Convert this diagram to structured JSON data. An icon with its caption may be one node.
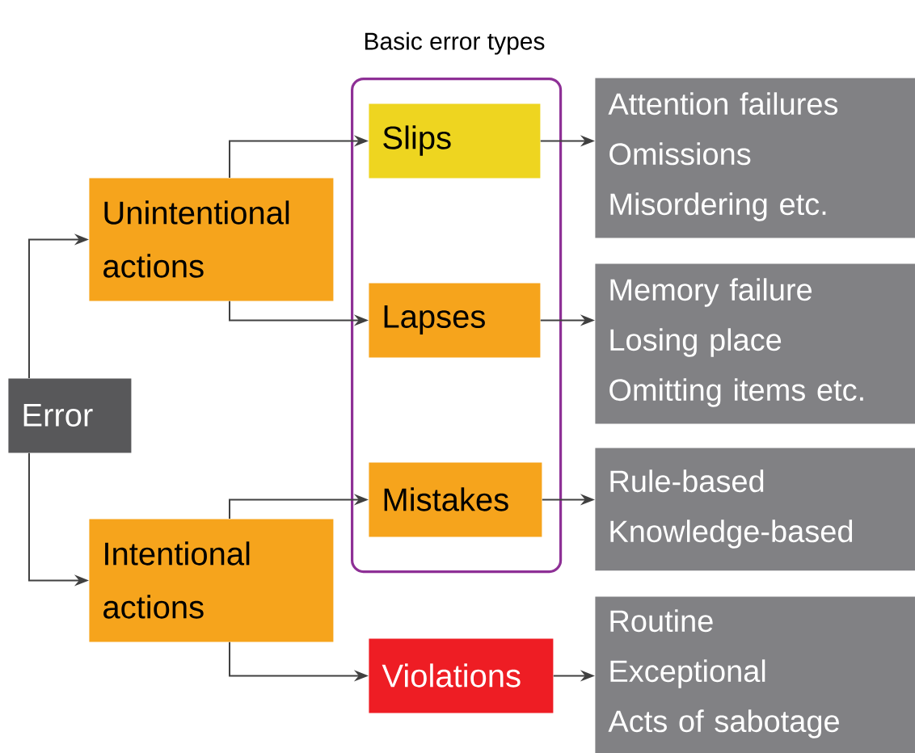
{
  "diagram": {
    "nodes": [
      {
        "text": [
          "Error"
        ]
      },
      {
        "text": [
          "Unintentional actions"
        ]
      },
      {
        "text": [
          "Intentional actions"
        ]
      },
      {
        "text": [
          "Basic error types"
        ]
      },
      {
        "text": [
          "Slips"
        ],
        "in": 3
      },
      {
        "text": [
          "Lapses"
        ],
        "in": 3
      },
      {
        "text": [
          "Mistakes"
        ],
        "in": 3
      },
      {
        "text": [
          "Violations"
        ]
      },
      {
        "text": [
          "Attention failures",
          "Omissions",
          "Misordering etc."
        ]
      },
      {
        "text": [
          "Memory failure",
          "Losing place",
          "Omitting items etc."
        ]
      },
      {
        "text": [
          "Rule-based",
          "Knowledge-based"
        ]
      },
      {
        "text": [
          "Routine",
          "Exceptional",
          "Acts of sabotage"
        ]
      }
    ],
    "edges": [
      {
        "from": 0,
        "to": 1,
        "arrow": "to"
      },
      {
        "from": 0,
        "to": 2,
        "arrow": "to"
      },
      {
        "from": 1,
        "to": 4,
        "arrow": "to"
      },
      {
        "from": 1,
        "to": 5,
        "arrow": "to"
      },
      {
        "from": 2,
        "to": 6,
        "arrow": "to"
      },
      {
        "from": 2,
        "to": 7,
        "arrow": "to"
      },
      {
        "from": 4,
        "to": 8,
        "arrow": "to"
      },
      {
        "from": 5,
        "to": 9,
        "arrow": "to"
      },
      {
        "from": 6,
        "to": 10,
        "arrow": "to"
      },
      {
        "from": 7,
        "to": 11,
        "arrow": "to"
      }
    ]
  }
}
